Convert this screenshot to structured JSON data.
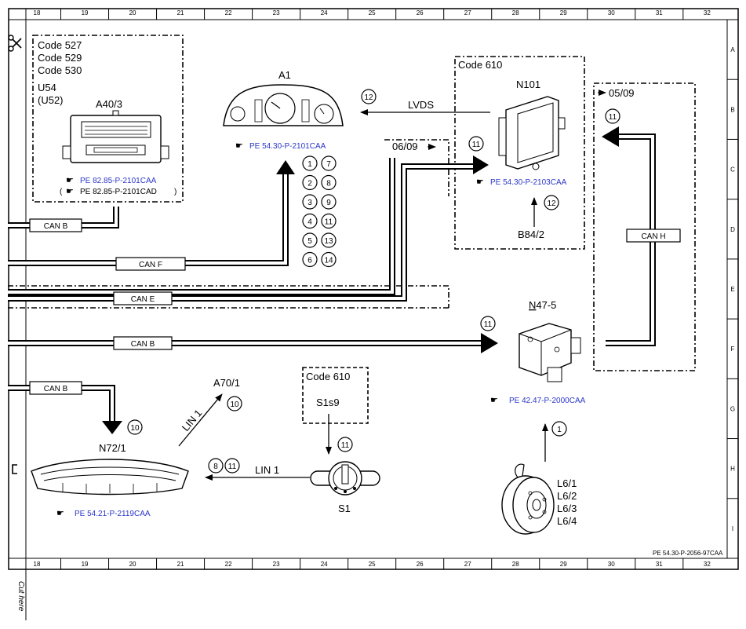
{
  "border": {
    "columns": [
      "18",
      "19",
      "20",
      "21",
      "22",
      "23",
      "24",
      "25",
      "26",
      "27",
      "28",
      "29",
      "30",
      "31",
      "32"
    ],
    "rows": [
      "A",
      "B",
      "C",
      "D",
      "E",
      "F",
      "G",
      "H",
      "I"
    ]
  },
  "cut_here": "Cut here",
  "doc_ref": "PE 54.30-P-2056-97CAA",
  "groups": {
    "a403_codes": [
      "Code 527",
      "Code 529",
      "Code 530",
      "U54",
      "(U52)"
    ],
    "n101_code": "Code 610",
    "s1s9_code": "Code 610",
    "date_0609": "06/09",
    "date_0509": "05/09"
  },
  "components": {
    "a403": {
      "label": "A40/3",
      "ref1": "PE 82.85-P-2101CAA",
      "ref2": "PE 82.85-P-2101CAD"
    },
    "a1": {
      "label": "A1",
      "ref": "PE 54.30-P-2101CAA"
    },
    "n101": {
      "label": "N101",
      "ref": "PE 54.30-P-2103CAA"
    },
    "b842": {
      "label": "B84/2"
    },
    "n475": {
      "label_prefix": "N",
      "label_rest": "47-5",
      "ref": "PE 42.47-P-2000CAA"
    },
    "n721": {
      "label": "N72/1",
      "ref": "PE 54.21-P-2119CAA"
    },
    "a701": {
      "label": "A70/1"
    },
    "s1s9": {
      "label": "S1s9"
    },
    "s1": {
      "label": "S1"
    },
    "l6": {
      "labels": [
        "L6/1",
        "L6/2",
        "L6/3",
        "L6/4"
      ]
    }
  },
  "buses": {
    "can_b_top": "CAN B",
    "can_f": "CAN F",
    "can_e": "CAN E",
    "can_b_mid": "CAN B",
    "can_b_low": "CAN B",
    "can_h": "CAN H",
    "lvds": "LVDS",
    "lin1_diag": "LIN 1",
    "lin1_h": "LIN 1"
  },
  "callouts": {
    "a1_grid": [
      "1",
      "7",
      "2",
      "8",
      "3",
      "9",
      "4",
      "11",
      "5",
      "13",
      "6",
      "14"
    ],
    "lvds": "12",
    "n101_in": "11",
    "b842": "12",
    "can_h": "11",
    "n475": "11",
    "l6": "1",
    "n721": "10",
    "a701": "10",
    "lin1_pair": [
      "8",
      "11"
    ],
    "s1s9": "11"
  }
}
